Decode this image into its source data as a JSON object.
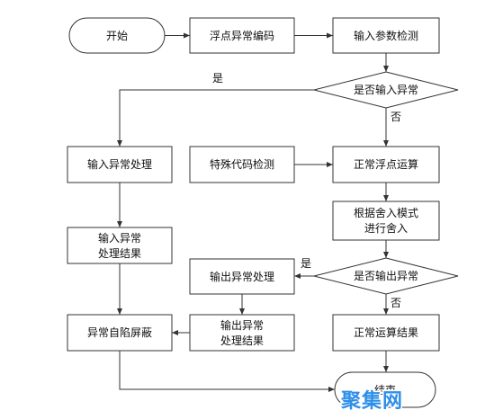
{
  "nodes": {
    "start": "开始",
    "encode": "浮点异常编码",
    "check_input": "输入参数检测",
    "is_input_exception": "是否输入异常",
    "input_handling": "输入异常处理",
    "special_code_check": "特殊代码检测",
    "normal_fp_op": "正常浮点运算",
    "input_result": [
      "输入异常",
      "处理结果"
    ],
    "rounding": [
      "根据舍入模式",
      "进行舍入"
    ],
    "output_handling": "输出异常处理",
    "is_output_exception": "是否输出异常",
    "self_mask": "异常自陷屏蔽",
    "output_result": [
      "输出异常",
      "处理结果"
    ],
    "normal_result": "正常运算结果",
    "end": "结束"
  },
  "edge_labels": {
    "input_yes": "是",
    "input_no": "否",
    "output_yes": "是",
    "output_no": "否"
  },
  "watermark": {
    "text": "聚集网",
    "color": "#2f8fe8"
  },
  "style": {
    "stroke_color": "#333333",
    "background": "#ffffff"
  }
}
